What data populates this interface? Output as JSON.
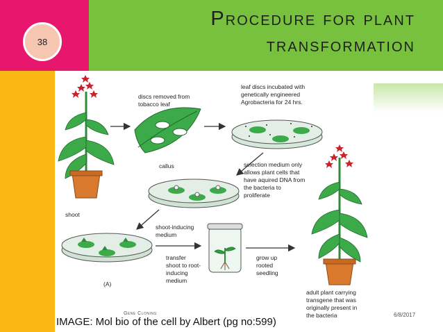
{
  "slide": {
    "number": "38",
    "title_line1": "Procedure for plant",
    "title_line2": "transformation",
    "footer_center": "Gene Cloning",
    "footer_date": "6/8/2017",
    "caption": "IMAGE: Mol bio of the cell by Albert (pg no:599)"
  },
  "figure": {
    "labels": {
      "discs": [
        "discs removed from",
        "tobacco leaf"
      ],
      "incubate": [
        "leaf discs incubated with",
        "genetically engineered",
        "Agrobacteria for 24 hrs."
      ],
      "callus": "callus",
      "selection": [
        "selection medium only",
        "allows plant cells that",
        "have aquired DNA from",
        "the bacteria to",
        "proliferate"
      ],
      "shoot": "shoot",
      "shoot_medium": [
        "shoot-inducing",
        "medium"
      ],
      "transfer": [
        "transfer",
        "shoot to root-",
        "inducing",
        "medium"
      ],
      "grow": [
        "grow up",
        "rooted",
        "seedling"
      ],
      "adult": [
        "adult plant carrying",
        "transgene that was",
        "originally present in",
        "the bacteria"
      ],
      "panel": "(A)"
    }
  },
  "colors": {
    "pink": "#e8176e",
    "orange": "#fbb814",
    "green": "#77c13e",
    "leaf": "#3daa4a",
    "flower": "#c8232c",
    "pot": "#d9792e"
  }
}
